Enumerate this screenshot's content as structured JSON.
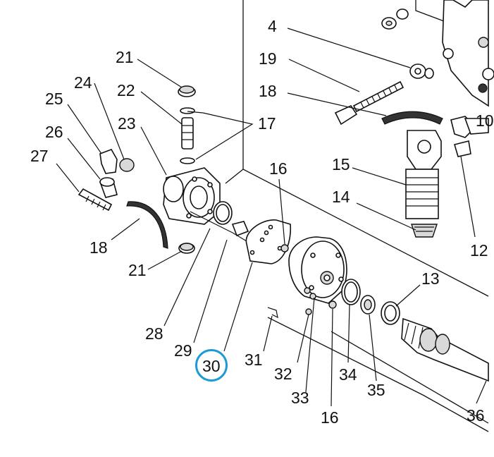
{
  "diagram": {
    "highlight_color": "#1e9ad6",
    "highlighted_label": "30",
    "labels": {
      "l4": "4",
      "l19": "19",
      "l18_top": "18",
      "l10": "10",
      "l21_top": "21",
      "l24": "24",
      "l22": "22",
      "l25": "25",
      "l17": "17",
      "l23": "23",
      "l26": "26",
      "l27": "27",
      "l16_top": "16",
      "l15": "15",
      "l14": "14",
      "l12": "12",
      "l18_left": "18",
      "l21_bottom": "21",
      "l13": "13",
      "l28": "28",
      "l29": "29",
      "l30": "30",
      "l31": "31",
      "l32": "32",
      "l33": "33",
      "l16_bottom": "16",
      "l34": "34",
      "l35": "35",
      "l36": "36"
    }
  }
}
